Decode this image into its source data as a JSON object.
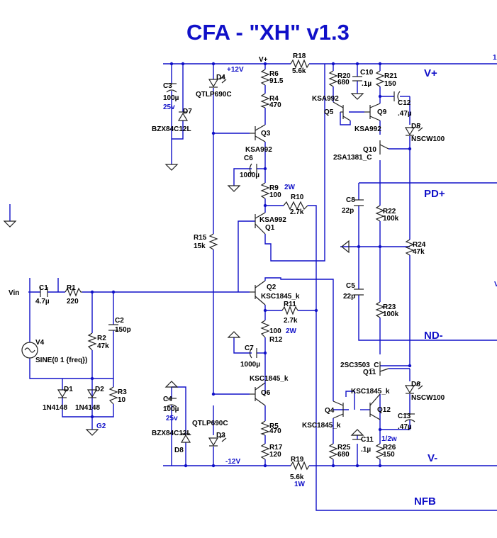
{
  "title": "CFA - \"XH\" v1.3",
  "rails": {
    "vplus_label": "V+",
    "pos_supply": "+12V",
    "neg_supply": "-12V",
    "g2": "G2"
  },
  "nets": {
    "vplus": "V+",
    "pdplus": "PD+",
    "ndminus": "ND-",
    "vminus": "V-",
    "nfb": "NFB",
    "vin": "Vin"
  },
  "edge": {
    "e1": "1",
    "e2": "V"
  },
  "source": {
    "name": "V4",
    "value": "SINE(0 1 {freq})"
  },
  "components": {
    "R1": [
      "R1",
      "220"
    ],
    "R2": [
      "R2",
      "47k"
    ],
    "R3": [
      "R3",
      "10"
    ],
    "R4": [
      "R4",
      "470"
    ],
    "R5": [
      "R5",
      "470"
    ],
    "R6": [
      "R6",
      "91.5"
    ],
    "R9": [
      "R9",
      "100"
    ],
    "R9p": "2W",
    "R10": [
      "R10",
      "2.7k"
    ],
    "R11": [
      "R11",
      "2.7k"
    ],
    "R12": [
      "R12",
      "100"
    ],
    "R12p": "2W",
    "R15": [
      "R15",
      "15k"
    ],
    "R17": [
      "R17",
      "120"
    ],
    "R18": [
      "R18",
      "5.6k"
    ],
    "R19": [
      "R19",
      "5.6k"
    ],
    "R19p": "1W",
    "R20": [
      "R20",
      "680"
    ],
    "R21": [
      "R21",
      "150"
    ],
    "R22": [
      "R22",
      "100k"
    ],
    "R23": [
      "R23",
      "100k"
    ],
    "R24": [
      "R24",
      "47k"
    ],
    "R25": [
      "R25",
      "680"
    ],
    "R26": [
      "R26",
      "150"
    ],
    "R26p": "1/2w",
    "C1": [
      "C1",
      "4.7µ"
    ],
    "C2": [
      "C2",
      "150p"
    ],
    "C3": [
      "C3",
      "100µ"
    ],
    "C3v": "25v",
    "C4": [
      "C4",
      "100µ"
    ],
    "C4v": "25v",
    "C5": [
      "C5",
      "22p"
    ],
    "C6": [
      "C6",
      "1000µ"
    ],
    "C7": [
      "C7",
      "1000µ"
    ],
    "C8": [
      "C8",
      "22p"
    ],
    "C10": [
      "C10",
      ".1µ"
    ],
    "C11": [
      "C11",
      ".1µ"
    ],
    "C12": [
      "C12",
      ".47µ"
    ],
    "C13": [
      "C13",
      ".47µ"
    ],
    "D1": [
      "D1",
      "1N4148"
    ],
    "D2": [
      "D2",
      "1N4148"
    ],
    "D3": [
      "D3",
      "QTLP690C"
    ],
    "D4": [
      "D4",
      "QTLP690C"
    ],
    "D5": [
      "D5",
      "NSCW100"
    ],
    "D6": [
      "D6",
      "NSCW100"
    ],
    "D7": [
      "D7",
      "BZX84C12L"
    ],
    "D8": [
      "D8",
      "BZX84C12L"
    ],
    "Q1": [
      "Q1",
      "KSA992"
    ],
    "Q2": [
      "Q2",
      "KSC1845_k"
    ],
    "Q3": [
      "Q3",
      "KSA992"
    ],
    "Q4": [
      "Q4",
      "KSC1845_k"
    ],
    "Q5": [
      "Q5",
      "KSA992"
    ],
    "Q6": [
      "Q6",
      "KSC1845_k"
    ],
    "Q9": [
      "Q9",
      "KSA992"
    ],
    "Q10": [
      "Q10",
      "2SA1381_C"
    ],
    "Q11": [
      "Q11",
      "2SC3503_C"
    ],
    "Q12": [
      "Q12",
      "KSC1845_k"
    ]
  }
}
